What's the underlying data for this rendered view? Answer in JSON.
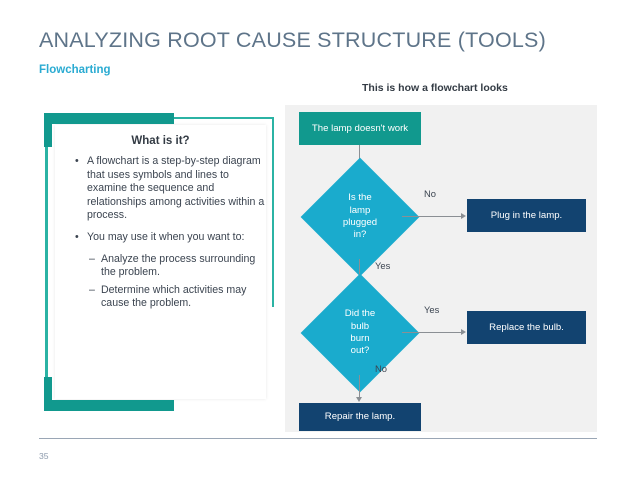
{
  "header": {
    "title": "ANALYZING ROOT CAUSE STRUCTURE (TOOLS)",
    "subtitle": "Flowcharting",
    "title_color": "#5e7489",
    "subtitle_color": "#2aabd2"
  },
  "flowchart_caption": "This is how a flowchart looks",
  "left_card": {
    "heading": "What is it?",
    "bullets": [
      {
        "level": 1,
        "marker": "•",
        "text": "A flowchart is a step-by-step diagram that uses symbols and lines to examine the sequence and relationships among activities within a process."
      },
      {
        "level": 1,
        "marker": "•",
        "text": "You may use it when you want to:"
      },
      {
        "level": 2,
        "marker": "–",
        "text": "Analyze the process surrounding the problem."
      },
      {
        "level": 2,
        "marker": "–",
        "text": "Determine which activities may cause the problem."
      }
    ],
    "accent_color": "#11998e",
    "accent_light": "#2bb3a4"
  },
  "flowchart": {
    "panel_bg": "#f1f1f1",
    "start_color": "#11998e",
    "decision_color": "#1aabcd",
    "action_color": "#124370",
    "connector_color": "#8b8f94",
    "nodes": {
      "start": "The lamp doesn't work",
      "decision_1": "Is the lamp plugged in?",
      "action_1": "Plug in the lamp.",
      "decision_2": "Did the bulb burn out?",
      "action_2": "Replace the bulb.",
      "action_3": "Repair the lamp."
    },
    "edge_labels": {
      "d1_no": "No",
      "d1_yes": "Yes",
      "d2_yes": "Yes",
      "d2_no": "No"
    }
  },
  "footer": {
    "page_number": "35"
  }
}
